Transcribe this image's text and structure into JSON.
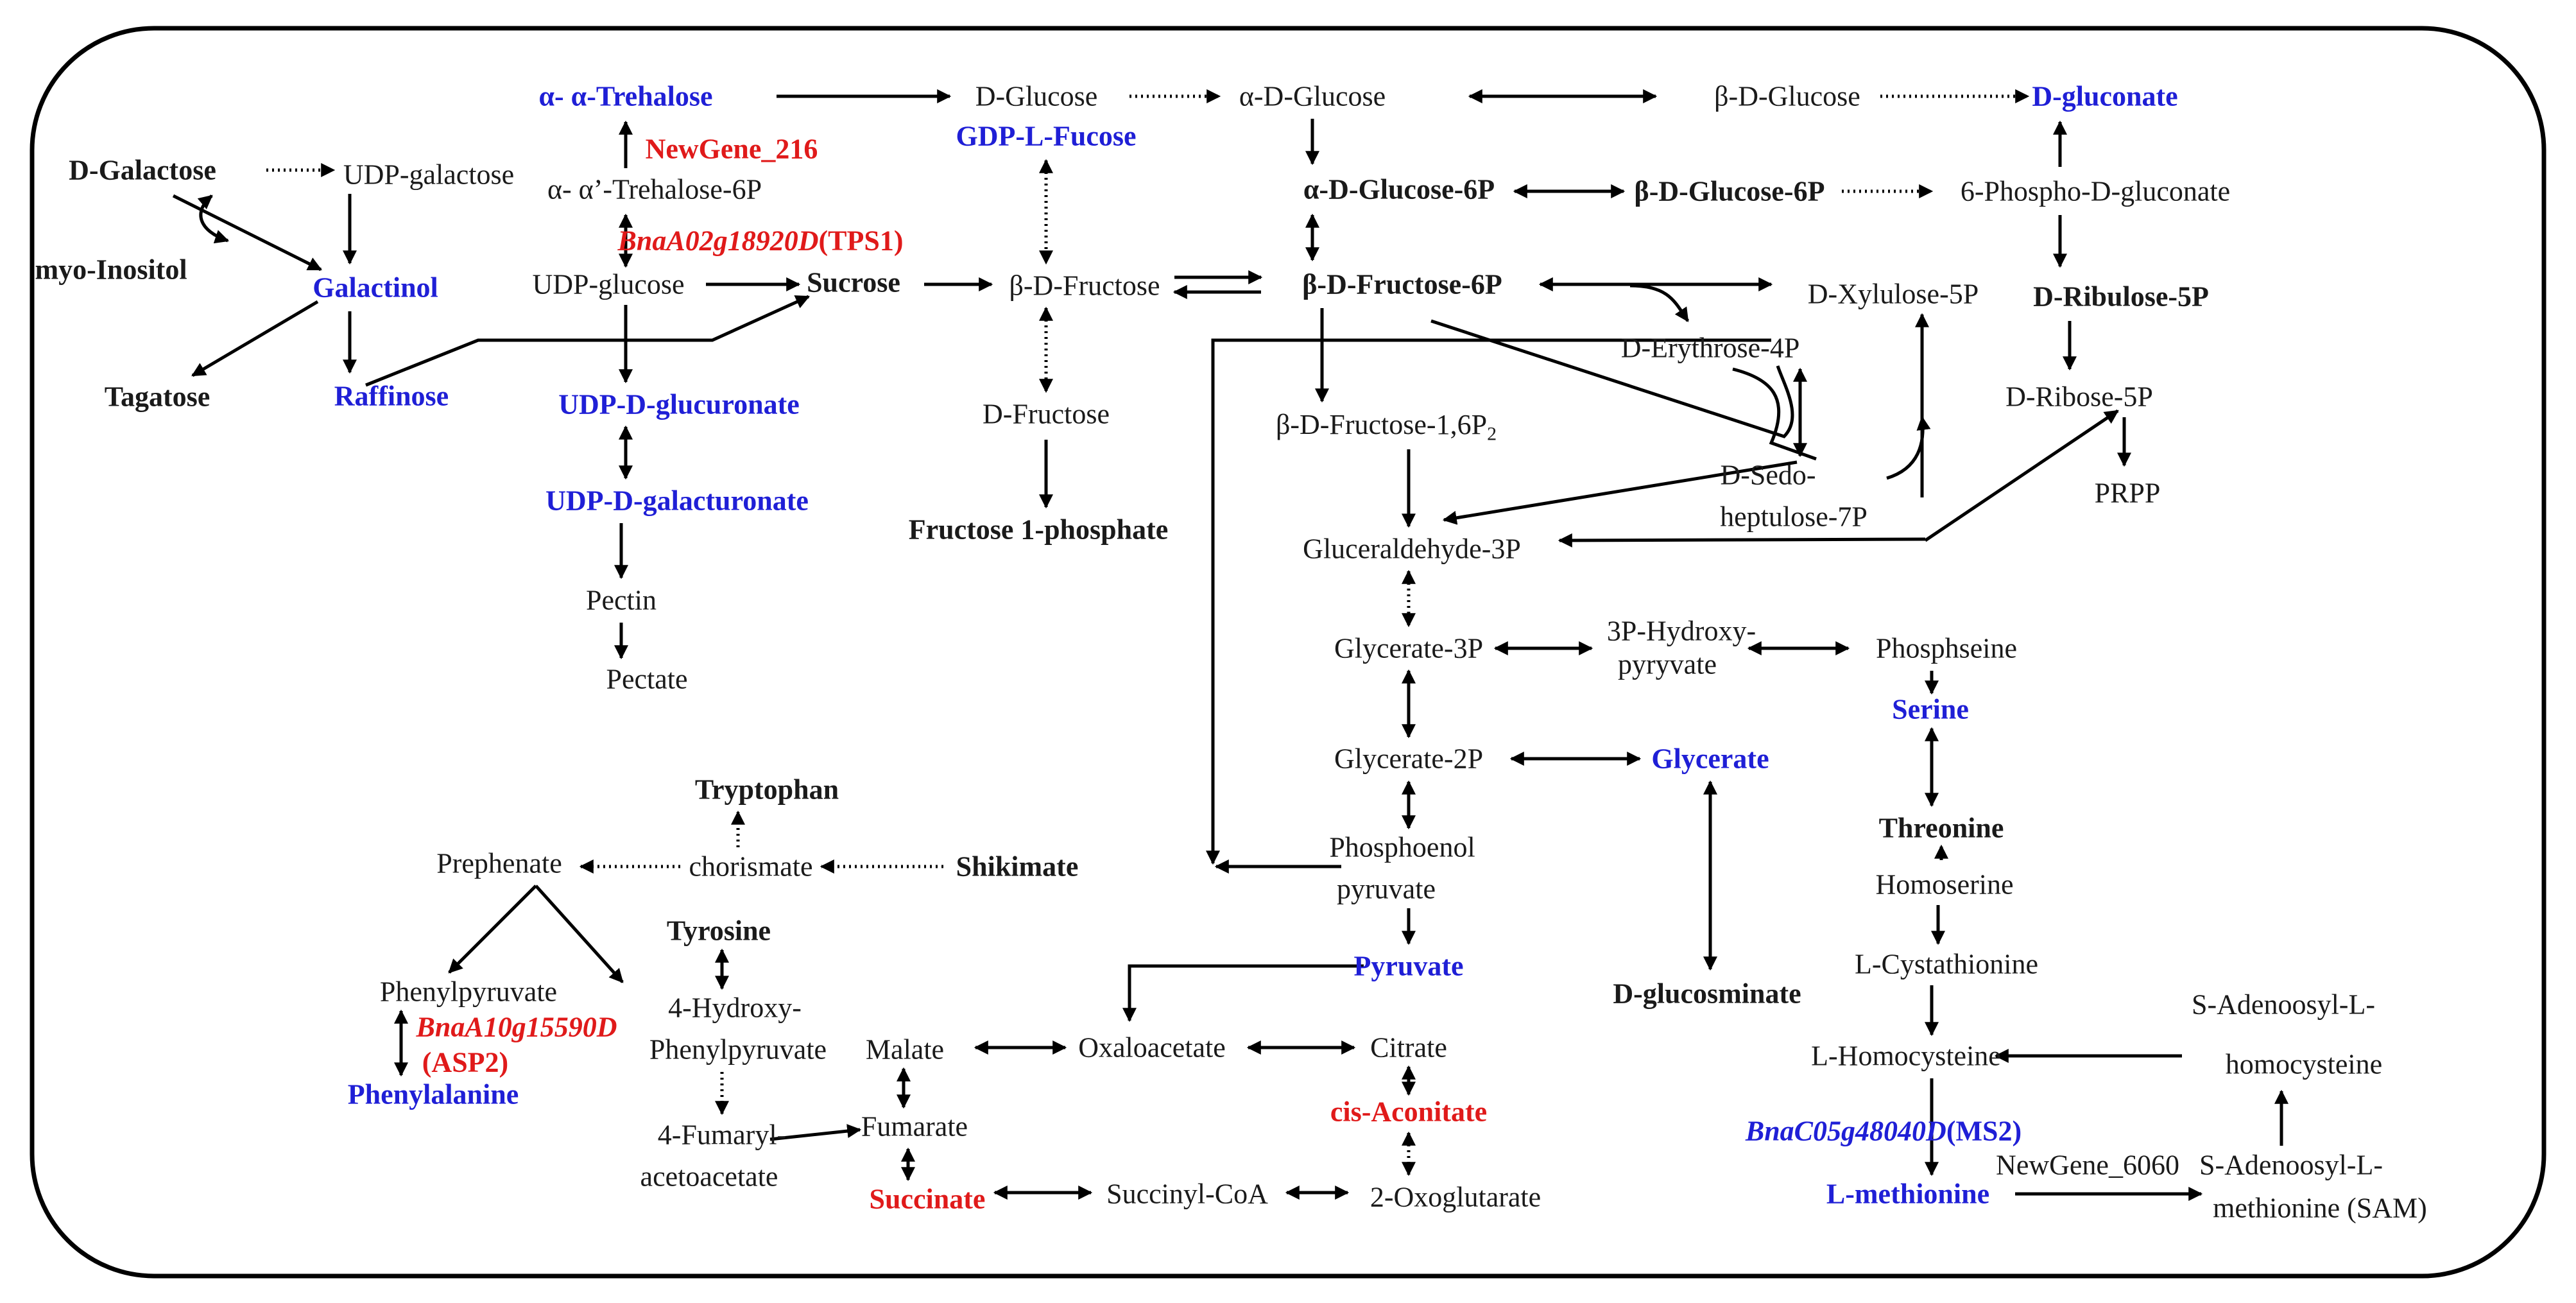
{
  "nodes": {
    "trehalose": "α- α-Trehalose",
    "d_glucose": "D-Glucose",
    "alpha_d_glucose": "α-D-Glucose",
    "beta_d_glucose": "β-D-Glucose",
    "d_gluconate": "D-gluconate",
    "newgene_216": "NewGene_216",
    "gdp_l_fucose": "GDP-L-Fucose",
    "d_galactose": "D-Galactose",
    "udp_galactose": "UDP-galactose",
    "trehalose_6p": "α- α’-Trehalose-6P",
    "alpha_d_glucose_6p": "α-D-Glucose-6P",
    "beta_d_glucose_6p": "β-D-Glucose-6P",
    "phospho_gluconate": "6-Phospho-D-gluconate",
    "gene_tps1": "BnaA02g18920D",
    "gene_tps1_tag": "(TPS1)",
    "myo_inositol": "myo-Inositol",
    "galactinol": "Galactinol",
    "udp_glucose": "UDP-glucose",
    "sucrose": "Sucrose",
    "beta_d_fructose": "β-D-Fructose",
    "beta_d_fructose_6p": "β-D-Fructose-6P",
    "d_xylulose_5p": "D-Xylulose-5P",
    "d_ribulose_5p": "D-Ribulose-5P",
    "d_erythrose_4p": "D-Erythrose-4P",
    "tagatose": "Tagatose",
    "raffinose": "Raffinose",
    "udp_d_glucuronate": "UDP-D-glucuronate",
    "d_fructose": "D-Fructose",
    "fructose_bisp": "β-D-Fructose-1,6P",
    "fructose_bisp_sub": "2",
    "d_ribose_5p": "D-Ribose-5P",
    "d_sedo_1": "D-Sedo-",
    "d_sedo_2": "heptulose-7P",
    "prpp": "PRPP",
    "udp_d_galacturonate": "UDP-D-galacturonate",
    "fructose_1p": "Fructose 1-phosphate",
    "glyceraldehyde_3p": "Gluceraldehyde-3P",
    "pectin": "Pectin",
    "pectate": "Pectate",
    "glycerate_3p": "Glycerate-3P",
    "hydroxypyruvate_1": "3P-Hydroxy-",
    "hydroxypyruvate_2": "pyryvate",
    "phosphoserine": "Phosphseine",
    "serine": "Serine",
    "glycerate_2p": "Glycerate-2P",
    "glycerate": "Glycerate",
    "tryptophan": "Tryptophan",
    "threonine": "Threonine",
    "prephenate": "Prephenate",
    "chorismate": "chorismate",
    "shikimate": "Shikimate",
    "pep_1": "Phosphoenol",
    "pep_2": "pyruvate",
    "homoserine": "Homoserine",
    "tyrosine": "Tyrosine",
    "pyruvate": "Pyruvate",
    "phenylpyruvate": "Phenylpyruvate",
    "hydroxyphenylpyruvate_1": "4-Hydroxy-",
    "hydroxyphenylpyruvate_2": "Phenylpyruvate",
    "gene_asp2": "BnaA10g15590D",
    "gene_asp2_tag": "(ASP2)",
    "d_glucosminate": "D-glucosminate",
    "l_cystathionine": "L-Cystathionine",
    "s_adenosyl_homocysteine_1": "S-Adenoosyl-L-",
    "s_adenosyl_homocysteine_2": "homocysteine",
    "malate": "Malate",
    "oxaloacetate": "Oxaloacetate",
    "citrate": "Citrate",
    "l_homocysteine": "L-Homocysteine",
    "phenylalanine": "Phenylalanine",
    "cis_aconitate": "cis-Aconitate",
    "fumarylacetoacetate_1": "4-Fumaryl-",
    "fumarylacetoacetate_2": "acetoacetate",
    "fumarate": "Fumarate",
    "gene_ms2": "BnaC05g48040D",
    "gene_ms2_tag": "(MS2)",
    "succinate": "Succinate",
    "succinyl_coa": "Succinyl-CoA",
    "oxoglutarate": "2-Oxoglutarate",
    "l_methionine": "L-methionine",
    "newgene_6060": "NewGene_6060",
    "sam_1": "S-Adenoosyl-L-",
    "sam_2": "methionine (SAM)"
  },
  "colors": {
    "metabolite_up": "#1f1fd6",
    "gene_and_down": "#e01a1a",
    "default": "#1a1a1a"
  }
}
